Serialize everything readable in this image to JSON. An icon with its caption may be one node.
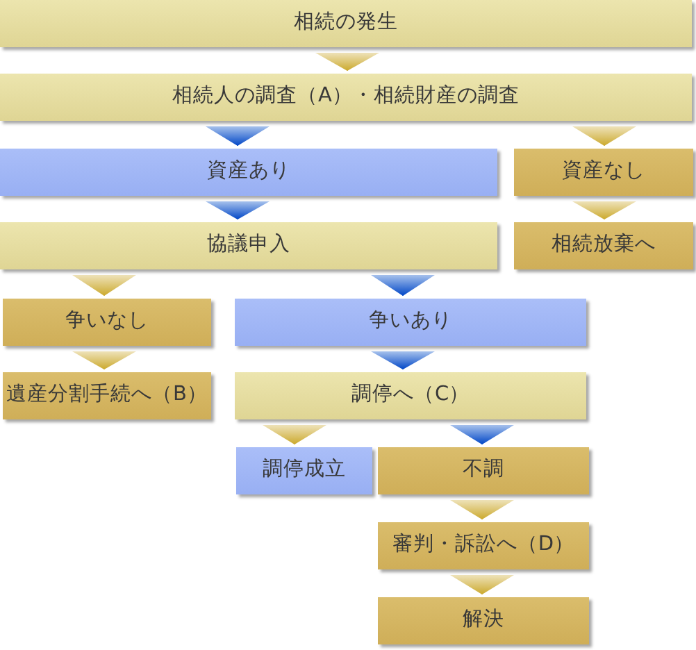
{
  "diagram": {
    "nodes": [
      {
        "text": [
          "相続の発生"
        ]
      },
      {
        "text": [
          "相続人の調査（A）・相続財産の調査"
        ]
      },
      {
        "text": [
          "資産あり"
        ]
      },
      {
        "text": [
          "資産なし"
        ]
      },
      {
        "text": [
          "協議申入"
        ]
      },
      {
        "text": [
          "相続放棄へ"
        ]
      },
      {
        "text": [
          "争いなし"
        ]
      },
      {
        "text": [
          "争いあり"
        ]
      },
      {
        "text": [
          "遺産分割手続へ（B）"
        ]
      },
      {
        "text": [
          "調停へ（C）"
        ]
      },
      {
        "text": [
          "調停成立"
        ]
      },
      {
        "text": [
          "不調"
        ]
      },
      {
        "text": [
          "審判・訴訟へ（D）"
        ]
      },
      {
        "text": [
          "解決"
        ]
      }
    ],
    "edges": [
      {
        "from": 0,
        "to": 1,
        "arrow": "to"
      },
      {
        "from": 1,
        "to": 2,
        "arrow": "to",
        "color": "#6b98e0"
      },
      {
        "from": 1,
        "to": 3,
        "arrow": "to"
      },
      {
        "from": 2,
        "to": 4,
        "arrow": "to",
        "color": "#6b98e0"
      },
      {
        "from": 3,
        "to": 5,
        "arrow": "to"
      },
      {
        "from": 4,
        "to": 6,
        "arrow": "to"
      },
      {
        "from": 4,
        "to": 7,
        "arrow": "to",
        "color": "#6b98e0"
      },
      {
        "from": 6,
        "to": 8,
        "arrow": "to"
      },
      {
        "from": 7,
        "to": 9,
        "arrow": "to",
        "color": "#6b98e0"
      },
      {
        "from": 9,
        "to": 10,
        "arrow": "to"
      },
      {
        "from": 9,
        "to": 11,
        "arrow": "to",
        "color": "#6b98e0"
      },
      {
        "from": 11,
        "to": 12,
        "arrow": "to"
      },
      {
        "from": 12,
        "to": 13,
        "arrow": "to"
      }
    ]
  }
}
